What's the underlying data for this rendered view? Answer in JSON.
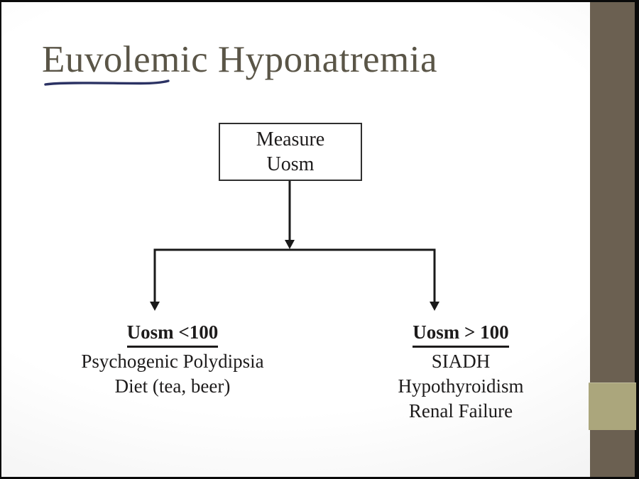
{
  "slide": {
    "title": "Euvolemic Hyponatremia",
    "flowchart": {
      "root_box": {
        "line1": "Measure",
        "line2": "Uosm"
      },
      "left_branch": {
        "heading": "Uosm <100",
        "items": [
          "Psychogenic Polydipsia",
          "Diet (tea, beer)"
        ]
      },
      "right_branch": {
        "heading": "Uosm > 100",
        "items": [
          "SIADH",
          "Hypothyroidism",
          "Renal Failure"
        ]
      }
    },
    "colors": {
      "title_text": "#5a5547",
      "body_text": "#1d1b1b",
      "arrow": "#1a1a1a",
      "box_border": "#2f2f2f",
      "sidebar_dark": "#6b6051",
      "sidebar_light": "#aba67c",
      "ink_annotation": "#2b3263",
      "frame": "#0a0a0a"
    }
  }
}
